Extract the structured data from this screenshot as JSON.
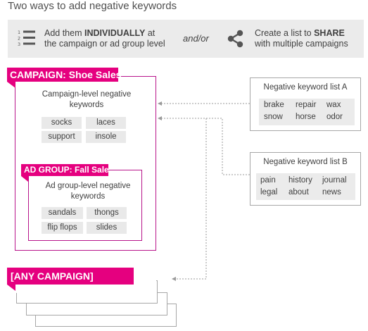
{
  "title": "Two ways to add negative keywords",
  "banner": {
    "individual": {
      "line1_pre": "Add them ",
      "line1_bold": "INDIVIDUALLY",
      "line1_post": " at",
      "line2": "the campaign or ad group level",
      "icon": "numbered-list-icon"
    },
    "connector": "and/or",
    "share": {
      "line1_pre": "Create a list to ",
      "line1_bold": "SHARE",
      "line2": "with multiple campaigns",
      "icon": "share-icon"
    }
  },
  "campaign": {
    "tab_label": "CAMPAIGN:",
    "tab_name": " Shoe Sales",
    "keywords_title": [
      "Campaign-level negative",
      "keywords"
    ],
    "keywords": [
      "socks",
      "laces",
      "support",
      "insole"
    ]
  },
  "ad_group": {
    "tab_label": "AD GROUP:",
    "tab_name": " Fall Sale",
    "keywords_title": [
      "Ad group-level negative",
      "keywords"
    ],
    "keywords": [
      "sandals",
      "thongs",
      "flip flops",
      "slides"
    ]
  },
  "list_a": {
    "title": "Negative keyword list A",
    "keywords": [
      "brake",
      "repair",
      "wax",
      "snow",
      "horse",
      "odor"
    ]
  },
  "list_b": {
    "title": "Negative keyword list B",
    "keywords": [
      "pain",
      "history",
      "journal",
      "legal",
      "about",
      "news"
    ]
  },
  "any_campaign": {
    "tab_label": "[ANY CAMPAIGN]"
  },
  "colors": {
    "magenta": "#e5007f",
    "border_magenta": "#b8158b",
    "banner_bg": "#ebebeb",
    "chip_bg": "#e9e9e9",
    "line_gray": "#a7a7a7"
  }
}
